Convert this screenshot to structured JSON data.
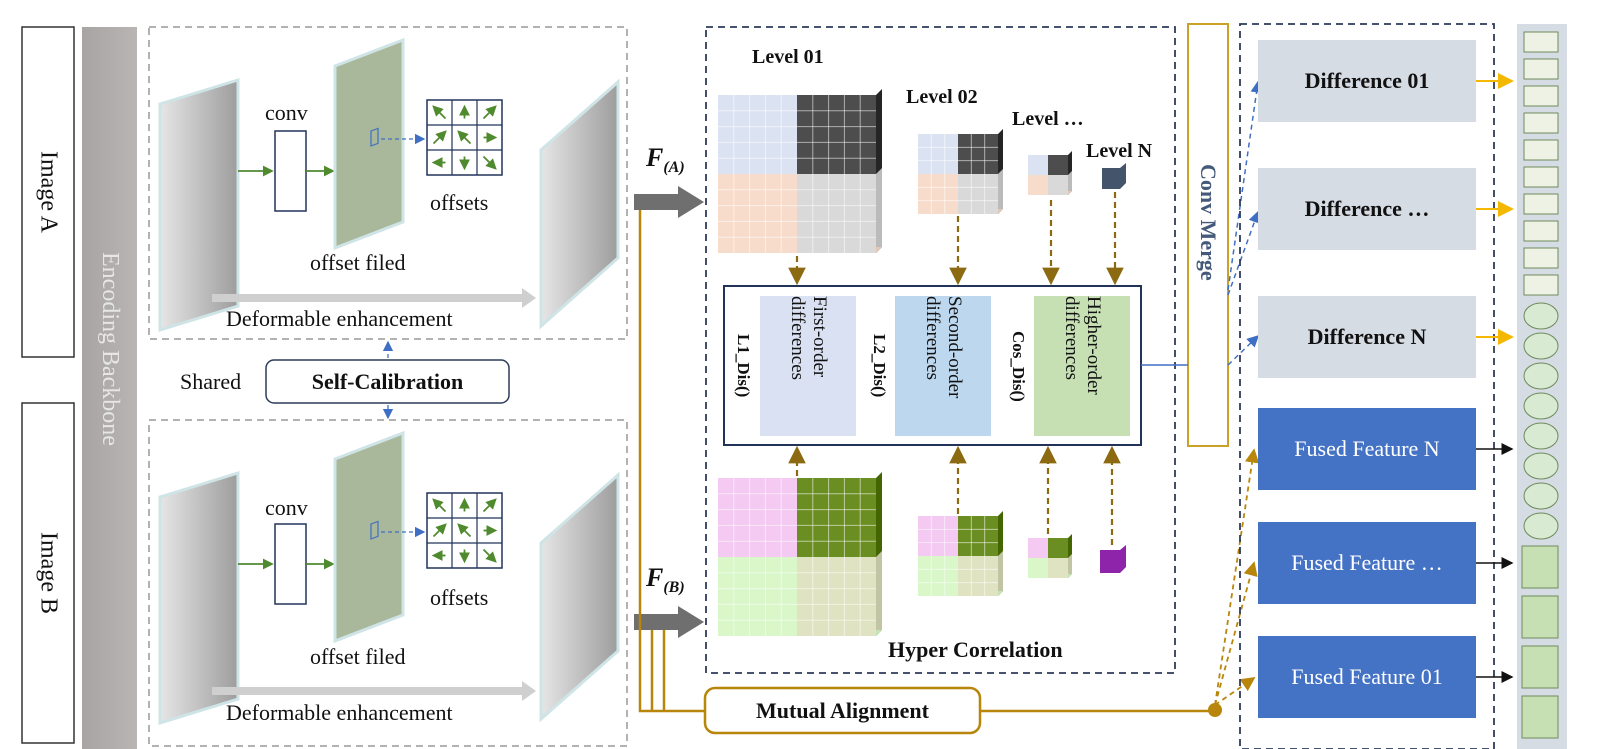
{
  "inputs": {
    "image_a": "Image A",
    "image_b": "Image B"
  },
  "backbone": {
    "label": "Encoding  Backbone"
  },
  "deform": {
    "conv": "conv",
    "offsets": "offsets",
    "offset_field": "offset filed",
    "enhancement": "Deformable enhancement"
  },
  "calibration": {
    "shared": "Shared",
    "label": "Self-Calibration"
  },
  "features": {
    "fa_main": "F",
    "fa_sub": "(A)",
    "fb_main": "F",
    "fb_sub": "(B)"
  },
  "levels": {
    "l1": "Level 01",
    "l2": "Level 02",
    "l3": "Level …",
    "ln": "Level N"
  },
  "distances": {
    "d1_name": "L1_Dis()",
    "d1_desc": "First-order differences",
    "d2_name": "L2_Dis()",
    "d2_desc": "Second-order differences",
    "d3_name": "Cos_Dis()",
    "d3_desc": "Higher-order differences"
  },
  "hyper": {
    "label": "Hyper Correlation"
  },
  "merge": {
    "label": "Conv Merge"
  },
  "differences": [
    "Difference 01",
    "Difference …",
    "Difference N"
  ],
  "fused": [
    "Fused Feature N",
    "Fused Feature …",
    "Fused Feature 01"
  ],
  "mutual": {
    "label": "Mutual Alignment"
  },
  "colors": {
    "gold": "#B8860B",
    "blue_fill": "#4472C4",
    "diff_fill": "#D6DCE4",
    "dark_cube": "#4d4d4d",
    "olive_cube": "#6b8e23",
    "purple_cube": "#8e24aa"
  }
}
